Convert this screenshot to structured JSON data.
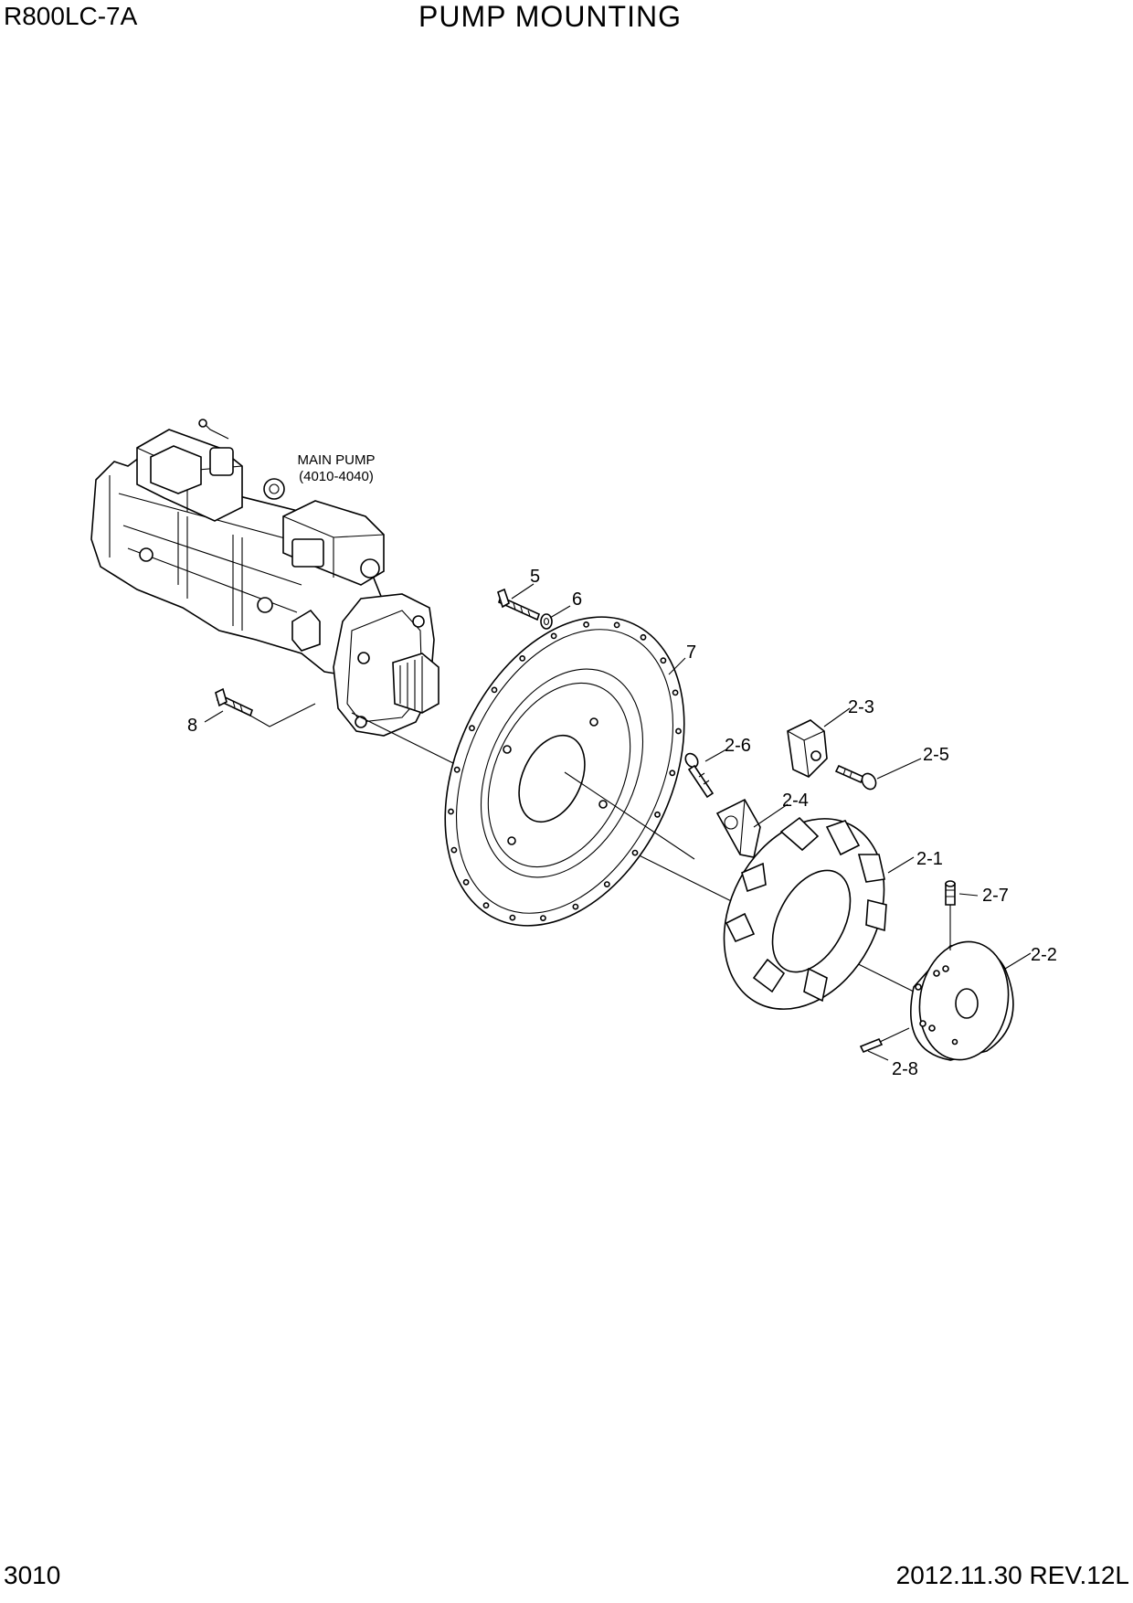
{
  "header": {
    "model": "R800LC-7A",
    "title": "PUMP MOUNTING"
  },
  "footer": {
    "page_number": "3010",
    "revision": "2012.11.30  REV.12L"
  },
  "assembly": {
    "name_line1": "MAIN PUMP",
    "name_line2": "(4010-4040)"
  },
  "callouts": [
    {
      "id": "5",
      "label": "5"
    },
    {
      "id": "6",
      "label": "6"
    },
    {
      "id": "7",
      "label": "7"
    },
    {
      "id": "8",
      "label": "8"
    },
    {
      "id": "2-1",
      "label": "2-1"
    },
    {
      "id": "2-2",
      "label": "2-2"
    },
    {
      "id": "2-3",
      "label": "2-3"
    },
    {
      "id": "2-4",
      "label": "2-4"
    },
    {
      "id": "2-5",
      "label": "2-5"
    },
    {
      "id": "2-6",
      "label": "2-6"
    },
    {
      "id": "2-7",
      "label": "2-7"
    },
    {
      "id": "2-8",
      "label": "2-8"
    }
  ]
}
